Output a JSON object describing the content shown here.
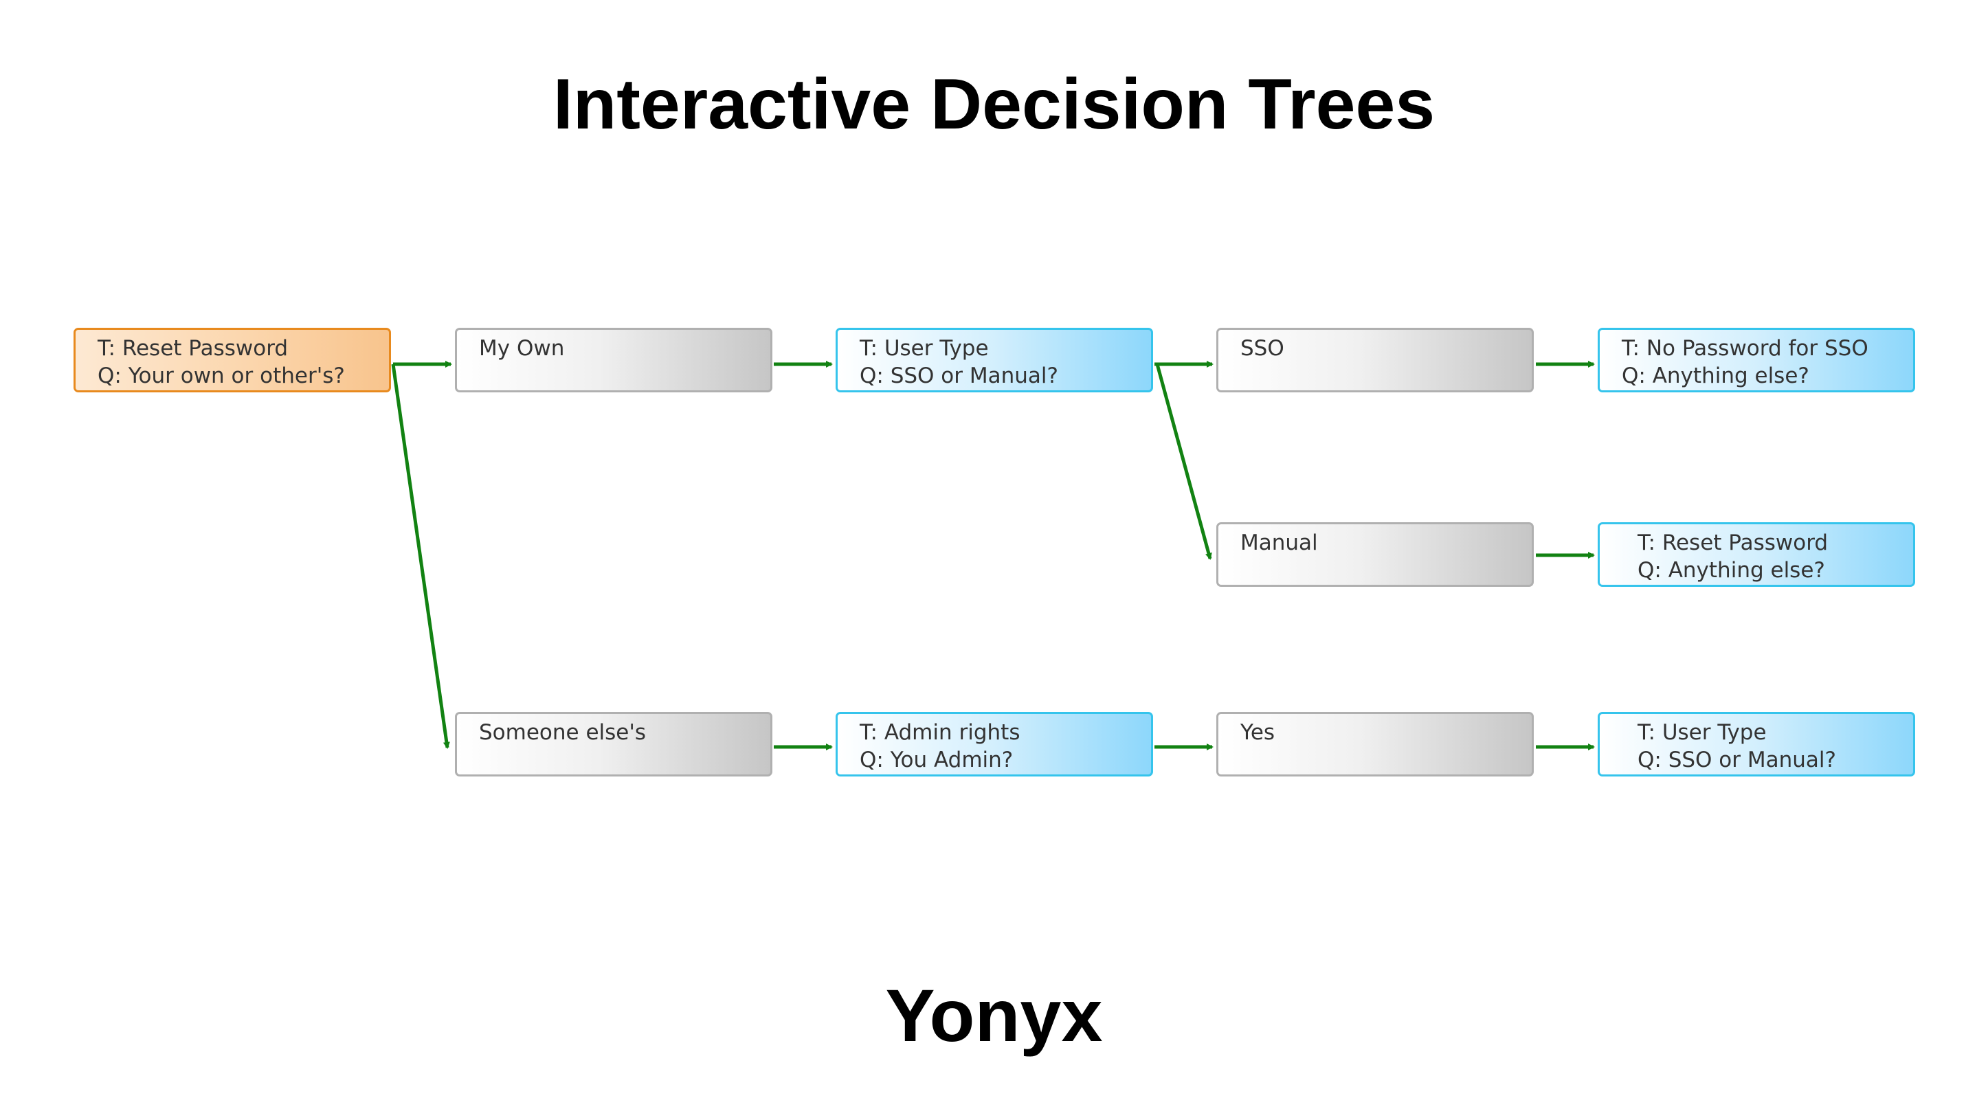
{
  "title": "Interactive Decision Trees",
  "brand": "Yonyx",
  "colors": {
    "arrow": "#128212",
    "root_border": "#e88a1e",
    "question_border": "#35c4ec",
    "answer_border": "#b0b0b0"
  },
  "nodes": {
    "reset_password": {
      "line1": "T: Reset Password",
      "line2": "Q: Your own or other's?"
    },
    "my_own": {
      "line1": "My Own"
    },
    "user_type_1": {
      "line1": "T: User Type",
      "line2": "Q: SSO or Manual?"
    },
    "sso": {
      "line1": "SSO"
    },
    "no_password_sso": {
      "line1": "T: No Password for SSO",
      "line2": "Q: Anything else?"
    },
    "manual": {
      "line1": "Manual"
    },
    "reset_password_2": {
      "line1": "T: Reset Password",
      "line2": "Q: Anything else?"
    },
    "someone_elses": {
      "line1": "Someone else's"
    },
    "admin_rights": {
      "line1": "T: Admin rights",
      "line2": "Q: You Admin?"
    },
    "yes": {
      "line1": "Yes"
    },
    "user_type_2": {
      "line1": "T: User Type",
      "line2": "Q: SSO or Manual?"
    }
  }
}
